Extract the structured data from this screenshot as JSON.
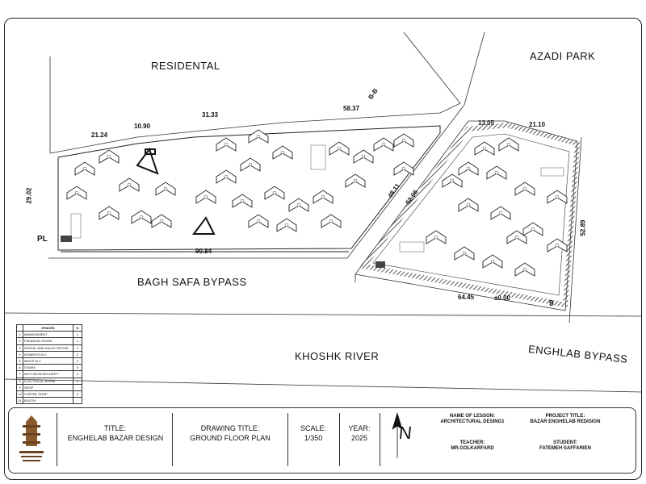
{
  "surroundings": {
    "residential": "RESIDENTAL",
    "park": "AZADI PARK",
    "road_south": "BAGH SAFA BYPASS",
    "river": "KHOSHK RIVER",
    "road_east": "ENGHLAB BYPASS",
    "section_mark": "B-B",
    "pl_mark": "PL"
  },
  "dimensions": {
    "west_1": "21.24",
    "west_2": "10.90",
    "north_mid": "31.33",
    "north_east": "58.37",
    "height_left": "29.02",
    "bottom_left": "90.84",
    "diag_1": "48.11",
    "diag_2": "52.06",
    "east_top_1": "13.05",
    "east_top_2": "21.10",
    "east_right": "52.89",
    "east_bottom": "64.45",
    "level": "±0.00",
    "east_corner": "9"
  },
  "legend": {
    "header": {
      "name": "SPACES",
      "count": "N"
    },
    "rows": [
      {
        "num": "1",
        "name": "MANAGEMENT",
        "count": "1"
      },
      {
        "num": "2",
        "name": "FINANCIAL ROOM",
        "count": "1"
      },
      {
        "num": "3",
        "name": "RENTAL AND SALES OFFICE",
        "count": "1"
      },
      {
        "num": "4",
        "name": "WOMEN'S W.C",
        "count": "2"
      },
      {
        "num": "5",
        "name": "MEN'S W.C",
        "count": "2"
      },
      {
        "num": "6",
        "name": "STAIRS",
        "count": "5"
      },
      {
        "num": "7",
        "name": "INFO DESK/SECURITY",
        "count": "3"
      },
      {
        "num": "8",
        "name": "ELECTRICAL ROOM",
        "count": "2"
      },
      {
        "num": "9",
        "name": "SHOP",
        "count": ""
      },
      {
        "num": "10",
        "name": "COFFEE SHOP",
        "count": "2"
      },
      {
        "num": "11",
        "name": "BOOTH",
        "count": ""
      }
    ]
  },
  "title_block": {
    "title_label": "TITLE:",
    "title_value": "ENGHELAB BAZAR DESIGN",
    "drawing_label": "DRAWING TITLE:",
    "drawing_value": "GROUND FLOOR PLAN",
    "scale_label": "SCALE:",
    "scale_value": "1/350",
    "year_label": "YEAR:",
    "year_value": "2025",
    "north": "N",
    "lesson_label": "NAME OF LESSON:",
    "lesson_value": "ARCHITECTURAL DESING1",
    "teacher_label": "TEACHER:",
    "teacher_value": "MR.GOLKARFARD",
    "project_label": "PROJECT TITLE:",
    "project_value": "BAZAR ENGHELAB REDISIGN",
    "student_label": "STUDENT:",
    "student_value": "FATEMEH SAFFARIEN"
  }
}
